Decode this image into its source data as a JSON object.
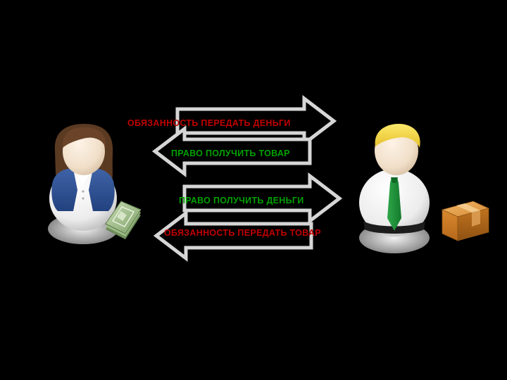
{
  "labels": {
    "buyer_obligation": "ОБЯЗАННОСТЬ ПЕРЕДАТЬ ДЕНЬГИ",
    "buyer_right": "ПРАВО ПОЛУЧИТЬ ТОВАР",
    "seller_right": "ПРАВО ПОЛУЧИТЬ ДЕНЬГИ",
    "seller_obligation": "ОБЯЗАННОСТЬ ПЕРЕДАТЬ ТОВАР"
  },
  "colors": {
    "background": "#000000",
    "obligation_text": "#c00000",
    "right_text": "#00a000",
    "arrow_outline": "#d8d8d8",
    "arrow_fill": "#000000"
  },
  "icons": {
    "buyer": "woman-person-icon",
    "money": "cash-stack-icon",
    "seller": "man-person-icon",
    "goods": "cardboard-box-icon"
  }
}
